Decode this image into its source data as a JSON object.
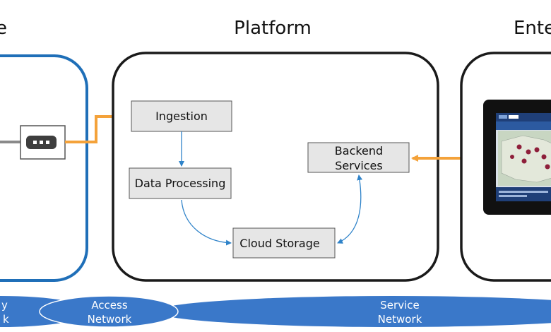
{
  "sections": {
    "left_title": "e",
    "platform_title": "Platform",
    "right_title": "Ente"
  },
  "platform": {
    "ingestion": "Ingestion",
    "data_processing": "Data Processing",
    "backend_line1": "Backend",
    "backend_line2": "Services",
    "cloud_storage": "Cloud Storage"
  },
  "networks": {
    "left_line1": "y",
    "left_line2": "k",
    "access_line1": "Access",
    "access_line2": "Network",
    "service_line1": "Service",
    "service_line2": "Network"
  },
  "colors": {
    "edge_border": "#1f6fb8",
    "arrow_orange": "#f4a23a",
    "flow_blue": "#2f83c9",
    "network_band": "#3a78c9",
    "box_fill": "#e6e6e6"
  },
  "icons": {
    "gateway": "gateway-device-icon",
    "tablet": "tablet-dashboard-icon"
  }
}
